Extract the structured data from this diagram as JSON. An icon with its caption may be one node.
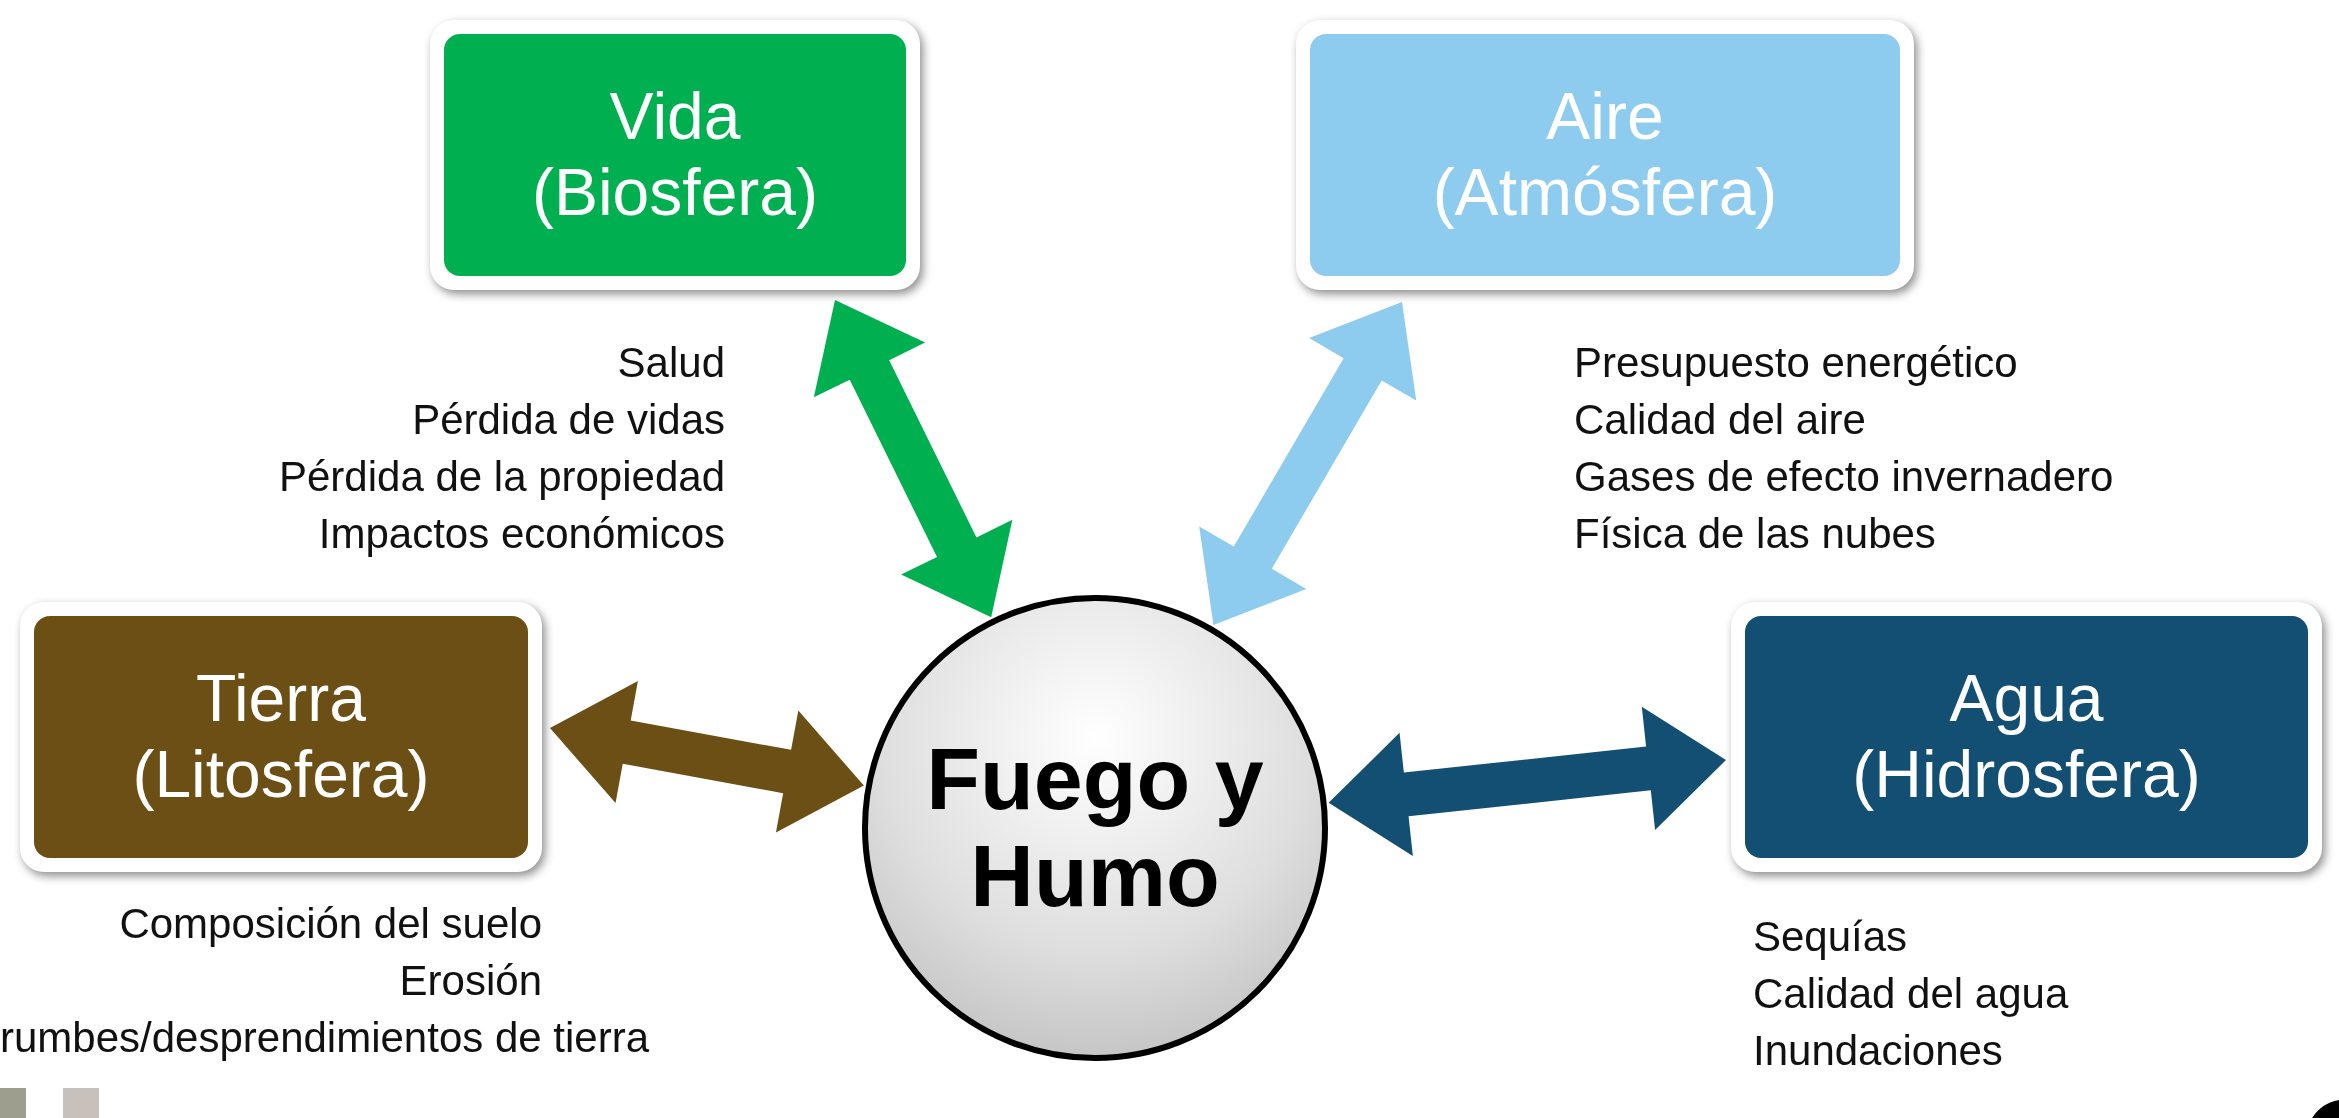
{
  "diagram": {
    "nodes": [
      {
        "text": [
          "Vida",
          "(Biosfera)"
        ],
        "beside": [
          "Salud",
          "Pérdida de vidas",
          "Pérdida de la propiedad",
          "Impactos económicos"
        ]
      },
      {
        "text": [
          "Aire",
          "(Atmósfera)"
        ],
        "beside": [
          "Presupuesto energético",
          "Calidad del aire",
          "Gases de efecto invernadero",
          "Física de las nubes"
        ]
      },
      {
        "text": [
          "Tierra",
          "(Litosfera)"
        ],
        "beside": [
          "Composición del suelo",
          "Erosión",
          "rumbes/desprendimientos de tierra"
        ]
      },
      {
        "text": [
          "Fuego y Humo"
        ]
      },
      {
        "text": [
          "Agua",
          "(Hidrosfera)"
        ],
        "beside": [
          "Sequías",
          "Calidad del agua",
          "Inundaciones"
        ]
      }
    ],
    "edges": [
      {
        "from": 3,
        "to": 0,
        "arrow": "both",
        "color": "#00b050"
      },
      {
        "from": 3,
        "to": 1,
        "arrow": "both",
        "color": "#8dcbef"
      },
      {
        "from": 3,
        "to": 2,
        "arrow": "both",
        "color": "#6b4f14"
      },
      {
        "from": 3,
        "to": 4,
        "arrow": "both",
        "color": "#124f73"
      }
    ]
  }
}
